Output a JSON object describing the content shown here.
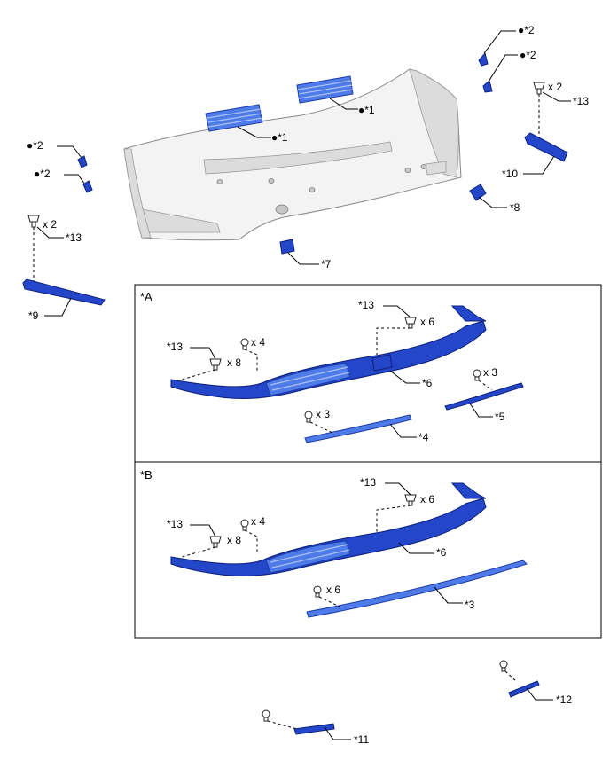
{
  "labels": {
    "l1a": "●*1",
    "l1b": "●*1",
    "l2a": "●*2",
    "l2b": "●*2",
    "l2c": "●*2",
    "l2d": "●*2",
    "l3": "*3",
    "l4": "*4",
    "l5": "*5",
    "l6a": "*6",
    "l6b": "*6",
    "l7": "*7",
    "l8": "*8",
    "l9": "*9",
    "l10": "*10",
    "l11": "*11",
    "l12": "*12",
    "l13a": "*13",
    "l13b": "*13",
    "l13c": "*13",
    "l13d": "*13",
    "l13e": "*13",
    "l13f": "*13"
  },
  "quantities": {
    "q13_right": "x 2",
    "q13_left": "x 2",
    "qA_13_right": "x 6",
    "qA_13_left": "x 8",
    "qA_clip": "x 4",
    "qA_5": "x 3",
    "qA_4": "x 3",
    "qB_13_right": "x 6",
    "qB_13_left": "x 8",
    "qB_clip": "x 4",
    "qB_3": "x 6"
  },
  "panels": {
    "a": "*A",
    "b": "*B"
  }
}
